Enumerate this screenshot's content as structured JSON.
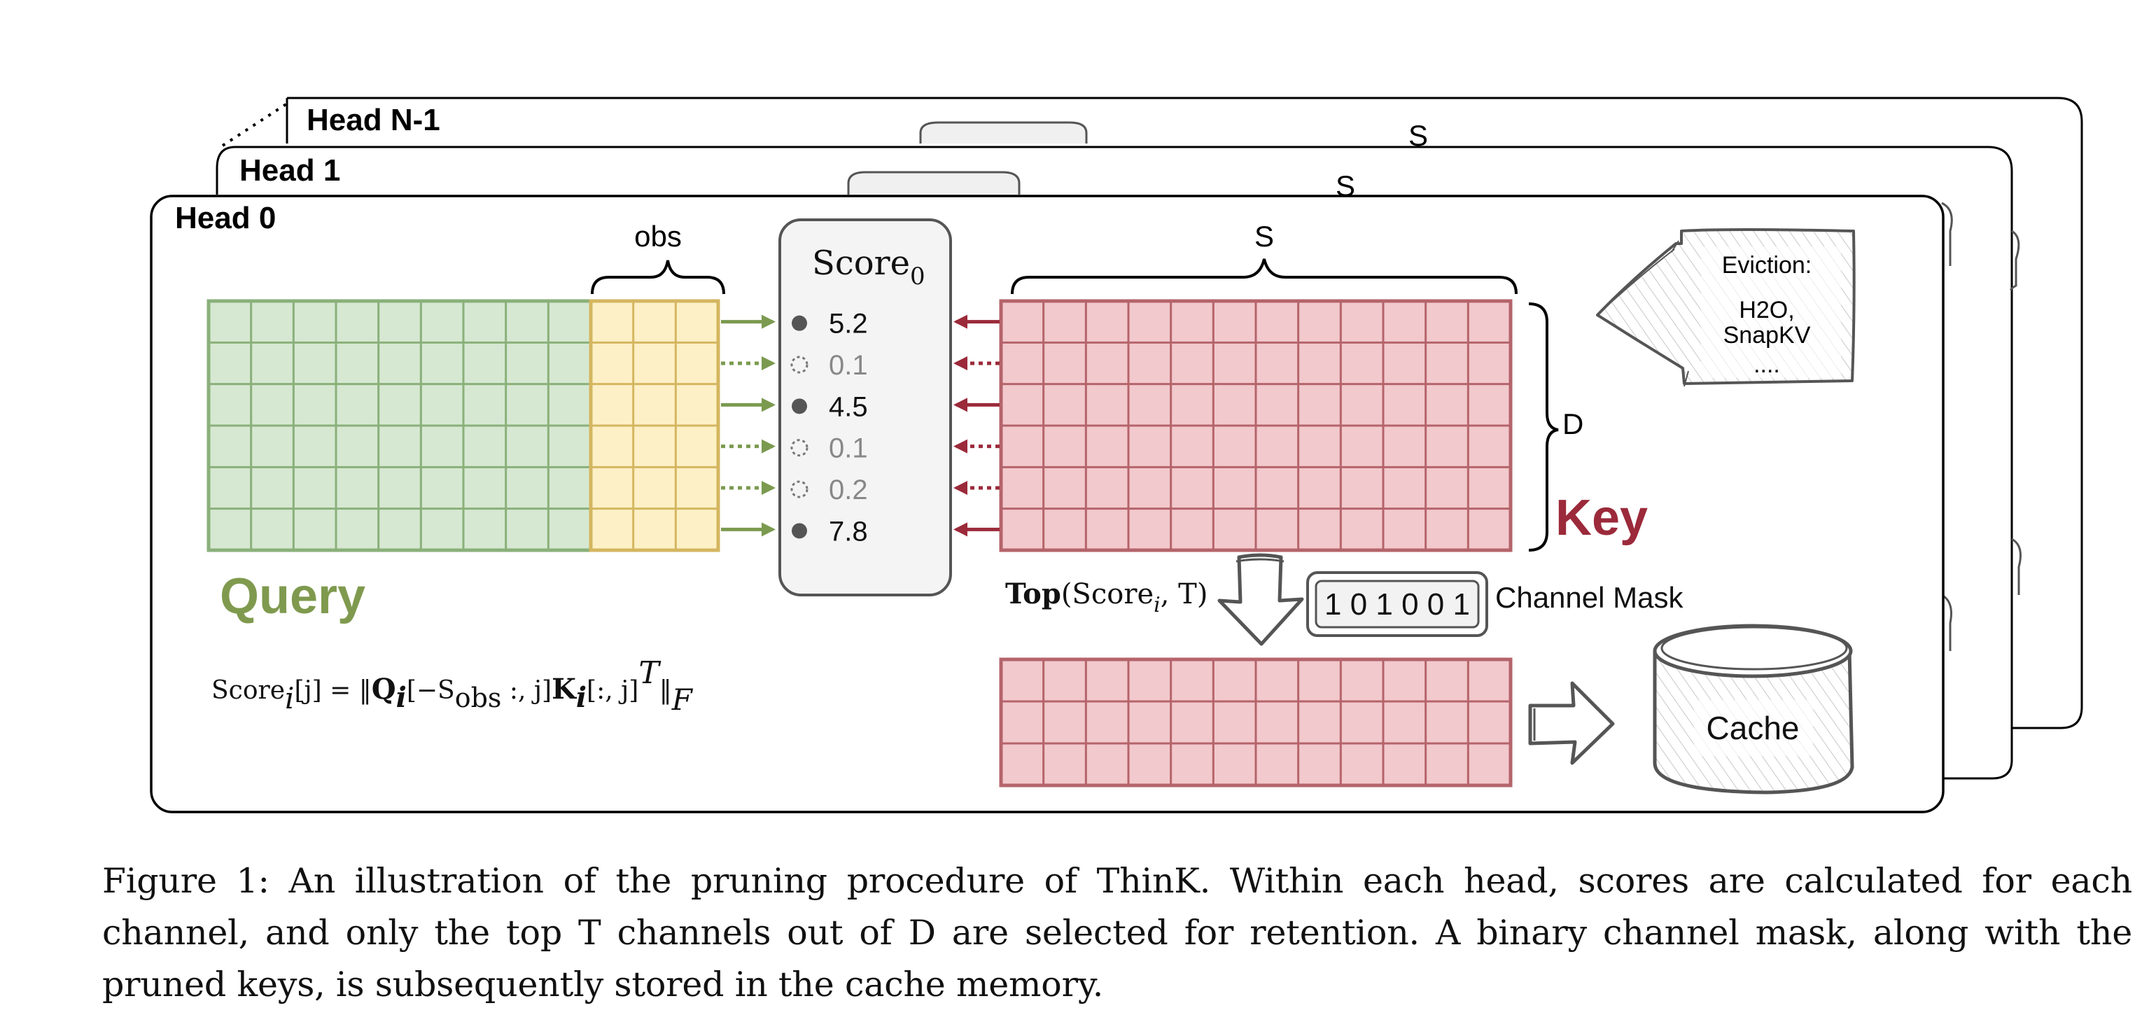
{
  "heads": {
    "back": "Head N-1",
    "middle": "Head 1",
    "front": "Head 0"
  },
  "labels": {
    "obs": "obs",
    "s": "S",
    "d": "D",
    "query": "Query",
    "key": "Key",
    "score_base": "Score",
    "score_sub": "0",
    "cache": "Cache",
    "channel_mask": "Channel Mask",
    "mask_bits": "1 0 1 0 0 1",
    "top_bold": "Top",
    "top_args_open": "(Score",
    "top_args_sub": "i",
    "top_args_close": ", T)"
  },
  "eviction": {
    "title": "Eviction:",
    "line1": "H2O,",
    "line2": "SnapKV",
    "line3": "...."
  },
  "scores": [
    {
      "value": "5.2",
      "kept": true
    },
    {
      "value": "0.1",
      "kept": false
    },
    {
      "value": "4.5",
      "kept": true
    },
    {
      "value": "0.1",
      "kept": false
    },
    {
      "value": "0.2",
      "kept": false
    },
    {
      "value": "7.8",
      "kept": true
    }
  ],
  "formula": {
    "lhs": "Score",
    "lhs_sub": "i",
    "lhs_index": "[j] = ‖",
    "q": "Q",
    "q_sub": "i",
    "q_index_a": "[−S",
    "q_index_sub": "obs",
    "q_index_b": " :, j]",
    "k": "K",
    "k_sub": "i",
    "k_index": "[:, j]",
    "k_sup": "T",
    "norm_close": "‖",
    "norm_sub": "F"
  },
  "caption": {
    "text": "Figure 1:  An illustration of the pruning procedure of ThinK. Within each head, scores are calculated for each channel, and only the top T channels out of D are selected for retention. A binary channel mask, along with the pruned keys, is subsequently stored in the cache memory."
  },
  "colors": {
    "query_fill": "#d6e8d2",
    "query_stroke": "#8ab07a",
    "obs_fill": "#fdf0c6",
    "obs_stroke": "#d4b660",
    "key_fill": "#f2c9cc",
    "key_stroke": "#b5646b",
    "query_text": "#7f9a4e",
    "key_text": "#9b2a3a",
    "green_arrow": "#7b9a4f",
    "red_arrow": "#9b2a3a"
  }
}
